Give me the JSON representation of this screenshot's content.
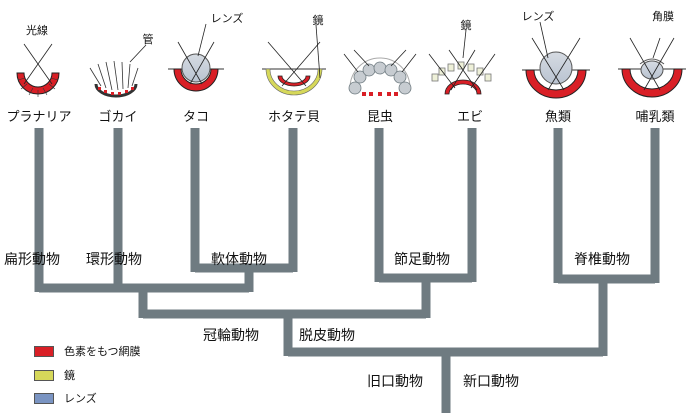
{
  "animals": [
    "プラナリア",
    "ゴカイ",
    "タコ",
    "ホタテ貝",
    "昆虫",
    "エビ",
    "魚類",
    "哺乳類"
  ],
  "structure_labels": {
    "planaria": "光線",
    "polychaete": "管",
    "octopus": "レンズ",
    "scallop": "鏡",
    "shrimp": "鏡",
    "fish": "レンズ",
    "mammal": "角膜"
  },
  "groups": {
    "platyhelminthes": "扁形動物",
    "annelida": "環形動物",
    "mollusca": "軟体動物",
    "arthropoda": "節足動物",
    "vertebrata": "脊椎動物",
    "lophotrochozoa": "冠輪動物",
    "ecdysozoa": "脱皮動物",
    "protostomia": "旧口動物",
    "deuterostomia": "新口動物"
  },
  "legend": [
    {
      "label": "色素をもつ網膜",
      "color": "#d91f26"
    },
    {
      "label": "鏡",
      "color": "#d6d85a"
    },
    {
      "label": "レンズ",
      "color": "#7a94c2"
    }
  ],
  "colors": {
    "tree": "#6f7b81",
    "retina": "#d91f26",
    "mirror": "#d6d85a",
    "lens": "#c9d2df",
    "cell": "#bfc4c8"
  }
}
